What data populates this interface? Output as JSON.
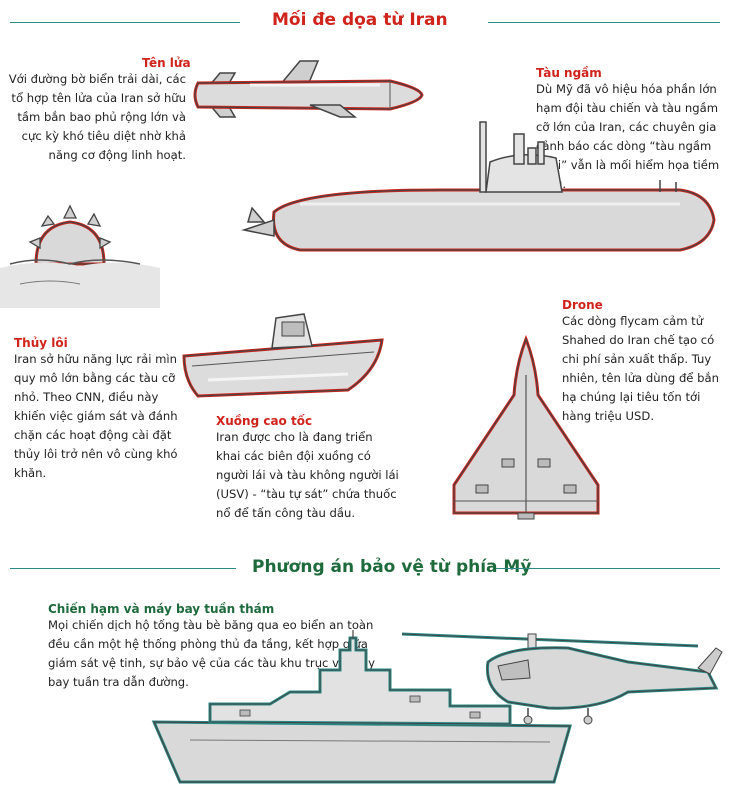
{
  "colors": {
    "threat_red": "#d0231b",
    "defense_green": "#1d6a3d",
    "teal": "#2a8a86",
    "text": "#222222"
  },
  "threats": {
    "title": "Mối đe dọa từ Iran",
    "missile": {
      "label": "Tên lửa",
      "text": "Với đường bờ biển trải dài, các tổ hợp tên lửa của Iran sở hữu tầm bắn bao phủ rộng lớn và cực kỳ khó tiêu diệt nhờ khả năng cơ động linh hoạt."
    },
    "submarine": {
      "label": "Tàu ngầm",
      "text": "Dù Mỹ đã vô hiệu hóa phần lớn hạm đội tàu chiến và tàu ngầm cỡ lớn của Iran, các chuyên gia cảnh báo các dòng “tàu ngầm mini” vẫn là mối hiểm họa tiềm tàng."
    },
    "mine": {
      "label": "Thủy lôi",
      "text": "Iran sở hữu năng lực rải mìn quy mô lớn bằng các tàu cỡ nhỏ. Theo CNN, điều này khiến việc giám sát và đánh chặn các hoạt động cài đặt thủy lôi trở nên vô cùng khó khăn."
    },
    "speedboat": {
      "label": "Xuồng cao tốc",
      "text": "Iran được cho là đang triển khai các biên đội xuồng có người lái và tàu không người lái (USV) - “tàu tự sát” chứa thuốc nổ để tấn công tàu dầu."
    },
    "drone": {
      "label": "Drone",
      "text": "Các dòng flycam cảm tử Shahed do Iran chế tạo có chi phí sản xuất thấp. Tuy nhiên, tên lửa dùng để bắn hạ chúng lại tiêu tốn tới hàng triệu USD."
    }
  },
  "defense": {
    "title": "Phương án bảo vệ từ phía Mỹ",
    "warships": {
      "label": "Chiến hạm và máy bay tuần thám",
      "text": "Mọi chiến dịch hộ tống tàu bè băng qua eo biển an toàn đều cần một hệ thống phòng thủ đa tầng, kết hợp giữa giám sát vệ tinh, sự bảo vệ của các tàu khu trục và máy bay tuần tra dẫn đường."
    }
  }
}
